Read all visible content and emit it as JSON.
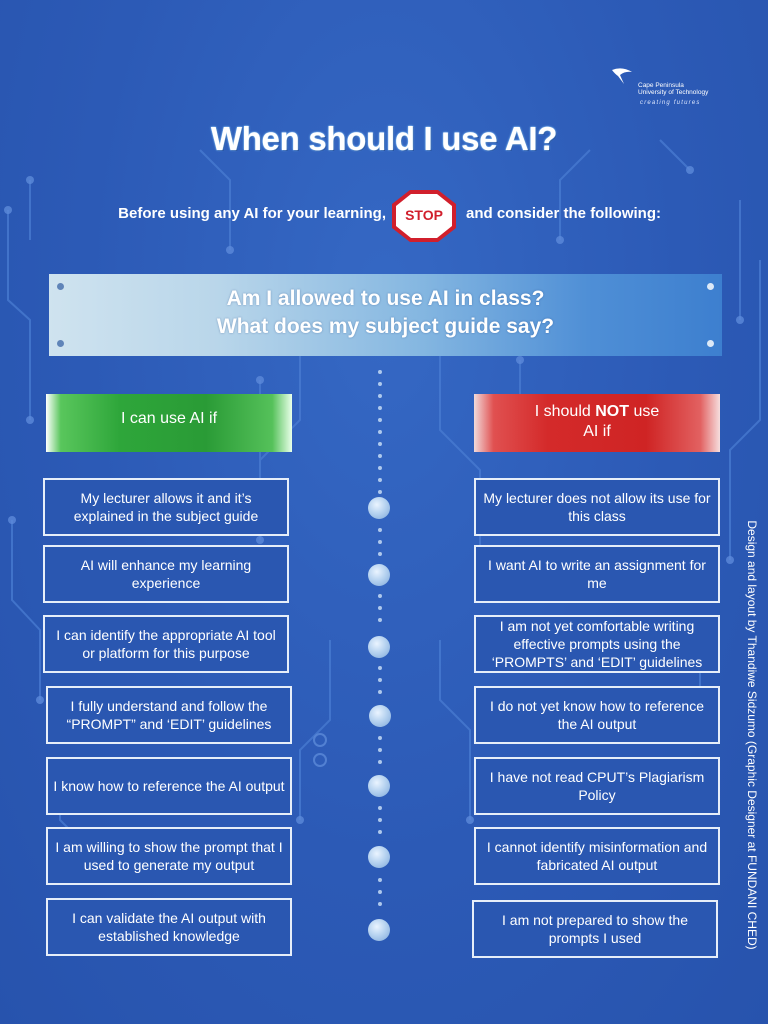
{
  "logo": {
    "line1": "Cape Peninsula",
    "line2": "University of Technology",
    "tagline": "creating futures"
  },
  "title": "When should I use AI?",
  "intro": {
    "before": "Before using any AI for your learning,",
    "stop": "STOP",
    "after": "and consider the following:"
  },
  "question": {
    "line1": "Am I allowed to use AI in class?",
    "line2": "What does my subject guide say?"
  },
  "columns": {
    "can": {
      "heading": "I can use AI if",
      "color": "#2ea63a",
      "items": [
        "My lecturer allows it and it’s explained in the subject guide",
        "AI will enhance my learning experience",
        "I can identify the appropriate AI tool or platform for this purpose",
        "I fully understand and follow the “PROMPT” and ‘EDIT’ guidelines",
        "I know how to reference the AI output",
        "I am willing to show the prompt that I used to generate my output",
        "I can validate the AI output with established knowledge"
      ]
    },
    "cannot": {
      "heading_pre": "I should ",
      "heading_bold": "NOT",
      "heading_post": " use",
      "heading_line2": "AI if",
      "color": "#d42a2a",
      "items": [
        "My lecturer does not allow its use for this class",
        "I want AI to write an assignment for me",
        "I am not yet comfortable writing effective prompts using the ‘PROMPTS’ and ‘EDIT’ guidelines",
        "I do not yet know how to reference the AI output",
        "I have not read CPUT’s Plagiarism Policy",
        "I cannot identify misinformation and fabricated AI output",
        "I am not prepared to show the prompts I used"
      ]
    }
  },
  "credit": "Design and layout by Thandiwe Sidzumo (Graphic Designer at FUNDANI CHED)",
  "colors": {
    "background": "#2d5cb8",
    "stop_red": "#d11f2c",
    "card_border": "#e6eef9"
  }
}
